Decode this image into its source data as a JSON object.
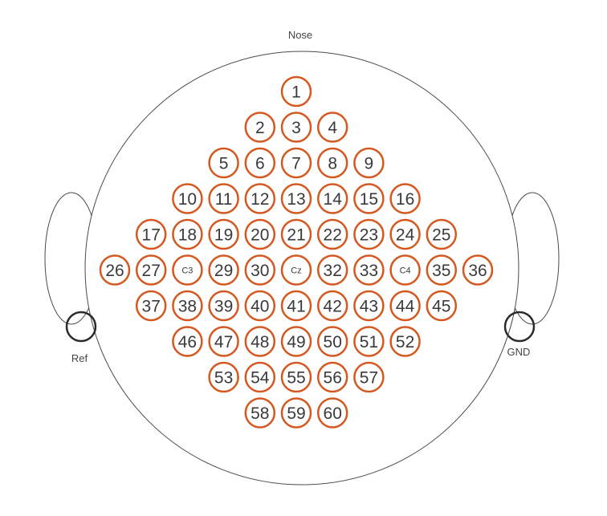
{
  "labels": {
    "nose": "Nose",
    "ref": "Ref",
    "gnd": "GND"
  },
  "colors": {
    "head_outline": "#4a4a4a",
    "electrode_ring": "#d4581f",
    "electrode_text": "#3a3a3a",
    "ground_ref_ring": "#2b2b2b"
  },
  "electrode_rows": [
    [
      "1"
    ],
    [
      "2",
      "3",
      "4"
    ],
    [
      "5",
      "6",
      "7",
      "8",
      "9"
    ],
    [
      "10",
      "11",
      "12",
      "13",
      "14",
      "15",
      "16"
    ],
    [
      "17",
      "18",
      "19",
      "20",
      "21",
      "22",
      "23",
      "24",
      "25"
    ],
    [
      "26",
      "27",
      "C3",
      "29",
      "30",
      "Cz",
      "32",
      "33",
      "C4",
      "35",
      "36"
    ],
    [
      "37",
      "38",
      "39",
      "40",
      "41",
      "42",
      "43",
      "44",
      "45"
    ],
    [
      "46",
      "47",
      "48",
      "49",
      "50",
      "51",
      "52"
    ],
    [
      "53",
      "54",
      "55",
      "56",
      "57"
    ],
    [
      "58",
      "59",
      "60"
    ]
  ]
}
